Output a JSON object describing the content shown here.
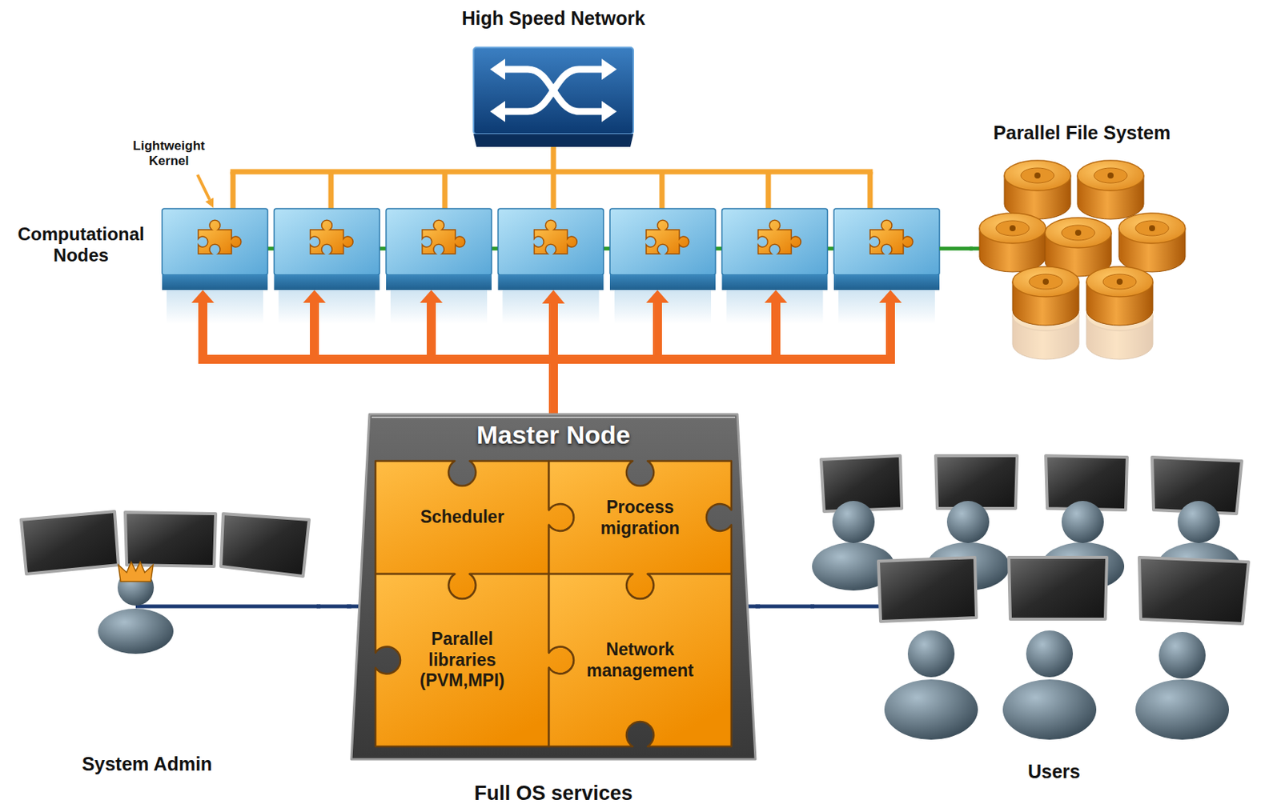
{
  "diagram": {
    "nodes": [
      {
        "text": [
          "High Speed Network"
        ]
      },
      {
        "text": [
          "Computational Nodes"
        ]
      },
      {
        "text": [
          "Parallel File System"
        ]
      },
      {
        "text": [
          "Master Node",
          "Full OS services"
        ]
      },
      {
        "text": [
          "Scheduler"
        ],
        "in": 3
      },
      {
        "text": [
          "Process migration"
        ],
        "in": 3
      },
      {
        "text": [
          "Parallel libraries (PVM,MPI)"
        ],
        "in": 3
      },
      {
        "text": [
          "Network management"
        ],
        "in": 3
      },
      {
        "text": [
          "System Admin"
        ]
      },
      {
        "text": [
          "Users"
        ]
      }
    ],
    "edges": [
      {
        "from": 0,
        "to": 1,
        "arrow": "none"
      },
      {
        "from": 1,
        "to": 2,
        "arrow": "none"
      },
      {
        "from": 3,
        "to": 1,
        "arrow": "to"
      },
      {
        "from": 8,
        "to": 3,
        "arrow": "none"
      },
      {
        "from": 3,
        "to": 9,
        "arrow": "none"
      }
    ],
    "labels": [
      "Lightweight Kernel"
    ]
  }
}
